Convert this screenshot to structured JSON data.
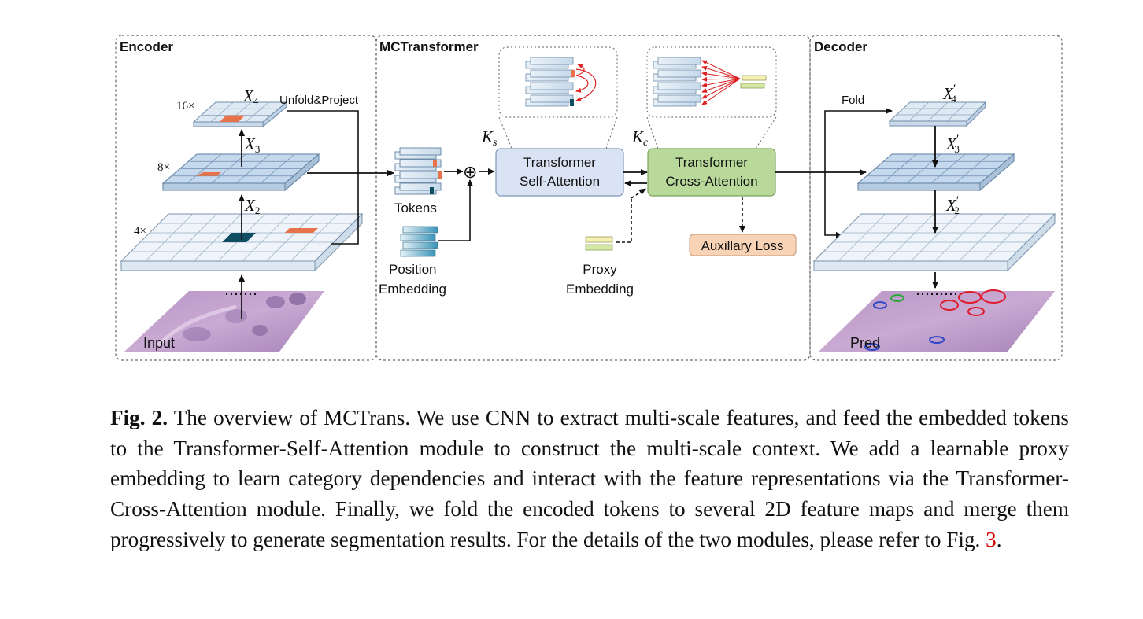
{
  "figure": {
    "panels": {
      "encoder": "Encoder",
      "mctransformer": "MCTransformer",
      "decoder": "Decoder"
    },
    "encoder": {
      "scale_16": "16×",
      "scale_8": "8×",
      "scale_4": "4×",
      "x4": "X",
      "x4_sub": "4",
      "x3": "X",
      "x3_sub": "3",
      "x2": "X",
      "x2_sub": "2",
      "unfold_project": "Unfold&Project",
      "input": "Input"
    },
    "transformer": {
      "tokens": "Tokens",
      "position_line1": "Position",
      "position_line2": "Embedding",
      "ks": "K",
      "ks_sub": "s",
      "kc": "K",
      "kc_sub": "c",
      "self_attn_line1": "Transformer",
      "self_attn_line2": "Self-Attention",
      "cross_attn_line1": "Transformer",
      "cross_attn_line2": "Cross-Attention",
      "aux_loss": "Auxillary Loss",
      "proxy_line1": "Proxy",
      "proxy_line2": "Embedding",
      "plus": "⊕"
    },
    "decoder": {
      "fold": "Fold",
      "x4p": "X",
      "x4p_sub": "4",
      "x3p": "X",
      "x3p_sub": "3",
      "x2p": "X",
      "x2p_sub": "2",
      "prime": "′",
      "pred": "Pred"
    }
  },
  "caption": {
    "label": "Fig. 2.",
    "text": " The overview of MCTrans. We use CNN to extract multi-scale features, and feed the embedded tokens to the Transformer-Self-Attention module to construct the multi-scale context. We add a learnable proxy embedding to learn category dependencies and interact with the feature representations via the Transformer-Cross-Attention module. Finally, we fold the encoded tokens to several 2D feature maps and merge them progressively to generate segmentation results. For the details of the two modules, please refer to Fig. ",
    "ref": "3",
    "end": "."
  },
  "colors": {
    "grid_blue": "#c5d9ee",
    "grid_light": "#eef4fa",
    "highlight_orange": "#e8734a",
    "highlight_dark": "#0f4d62",
    "self_attn_fill": "#d9e3f3",
    "cross_attn_fill": "#b8d99a",
    "aux_fill": "#f9d3b5",
    "caption_ref": "#d40000"
  }
}
